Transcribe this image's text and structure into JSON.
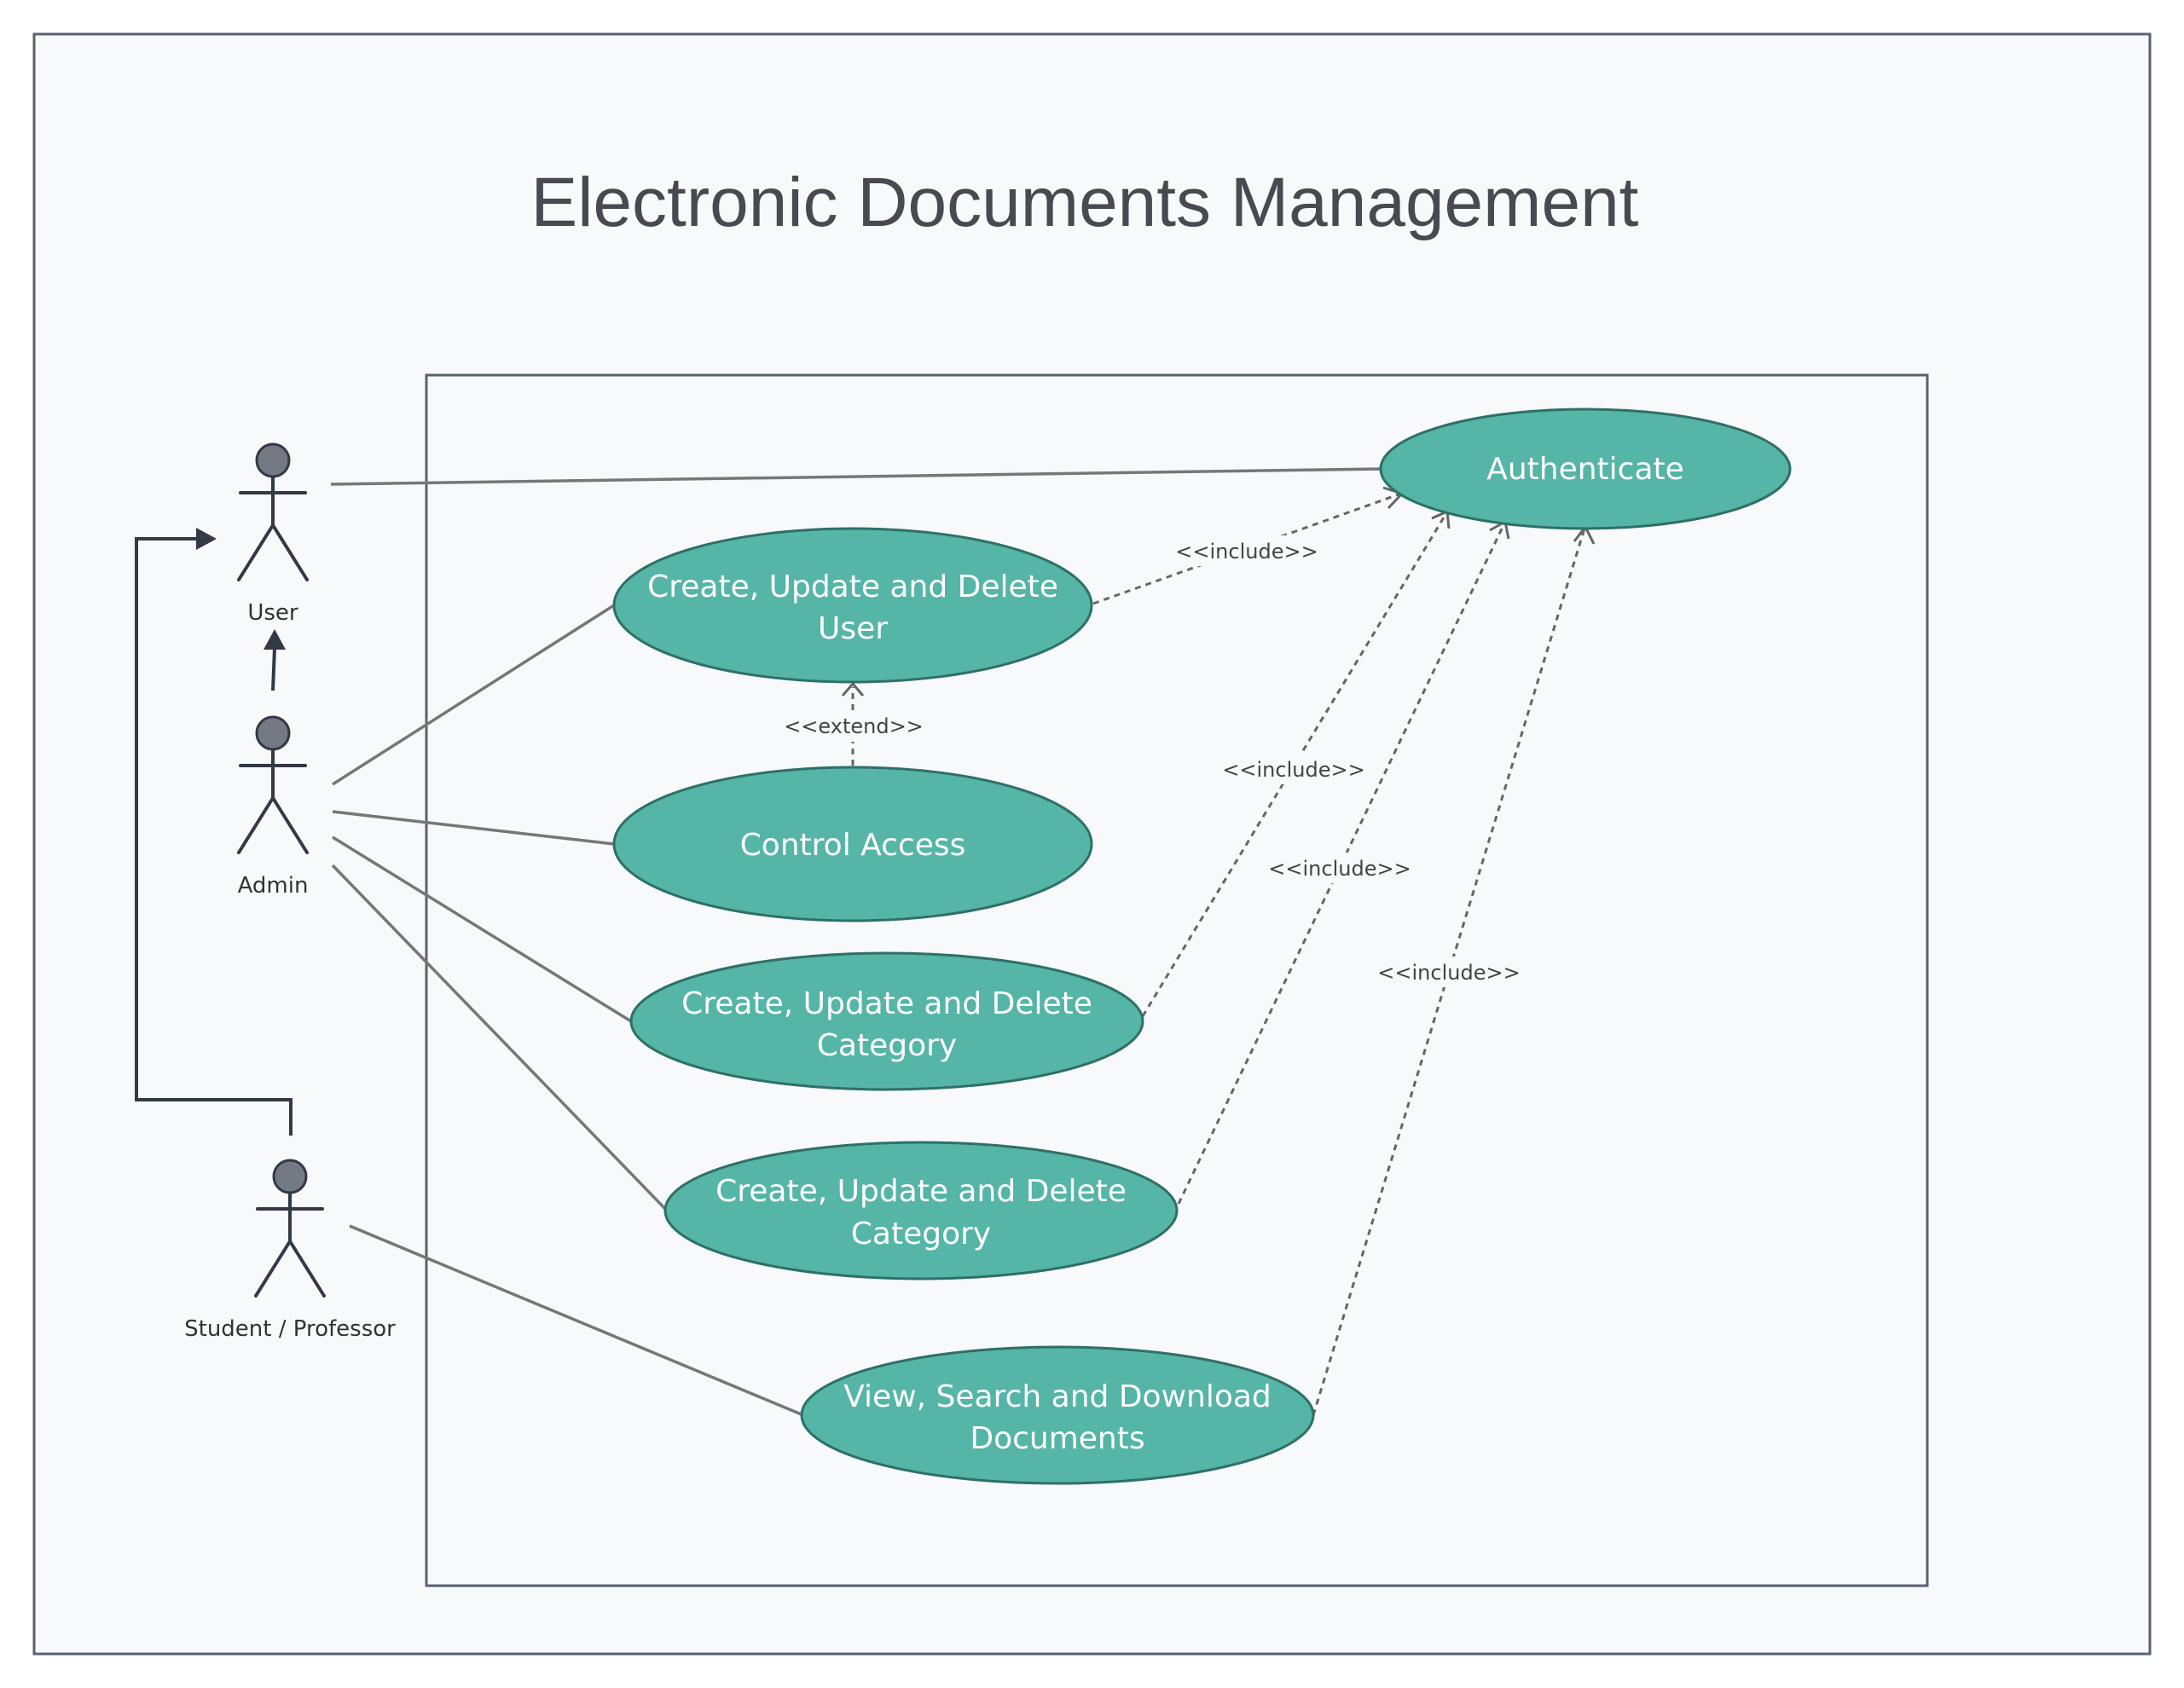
{
  "diagram": {
    "title": "Electronic Documents Management",
    "actors": [
      {
        "id": "user",
        "label": "User"
      },
      {
        "id": "admin",
        "label": "Admin"
      },
      {
        "id": "student",
        "label": "Student / Professor"
      }
    ],
    "use_cases": [
      {
        "id": "authenticate",
        "lines": [
          "Authenticate"
        ]
      },
      {
        "id": "cud_user",
        "lines": [
          "Create, Update and Delete",
          "User"
        ]
      },
      {
        "id": "control_access",
        "lines": [
          "Control Access"
        ]
      },
      {
        "id": "cud_category_1",
        "lines": [
          "Create, Update and Delete",
          "Category"
        ]
      },
      {
        "id": "cud_category_2",
        "lines": [
          "Create, Update and Delete",
          "Category"
        ]
      },
      {
        "id": "view_docs",
        "lines": [
          "View, Search and Download",
          "Documents"
        ]
      }
    ],
    "relations": {
      "include_label": "<<include>>",
      "extend_label": "<<extend>>"
    }
  }
}
